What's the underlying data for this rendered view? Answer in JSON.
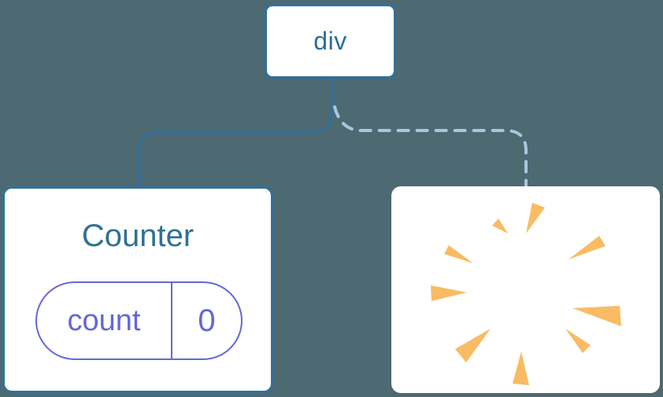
{
  "canvas": {
    "background_color": "#4d6971"
  },
  "root_node": {
    "label": "div",
    "text_color": "#2b6d9b",
    "border_color": "#2f709f"
  },
  "edges": {
    "solid_edge": {
      "style": "solid",
      "color": "#2f709f"
    },
    "dashed_edge": {
      "style": "dashed",
      "color": "#a7c7df"
    }
  },
  "counter_card": {
    "title": "Counter",
    "title_color": "#2e7194",
    "border_color": "#32719c",
    "state_pill": {
      "key": "count",
      "value": "0",
      "color": "#6467d6"
    }
  },
  "removed_card": {
    "icon": "poof-burst-icon",
    "burst_color": "#f9bb63"
  }
}
